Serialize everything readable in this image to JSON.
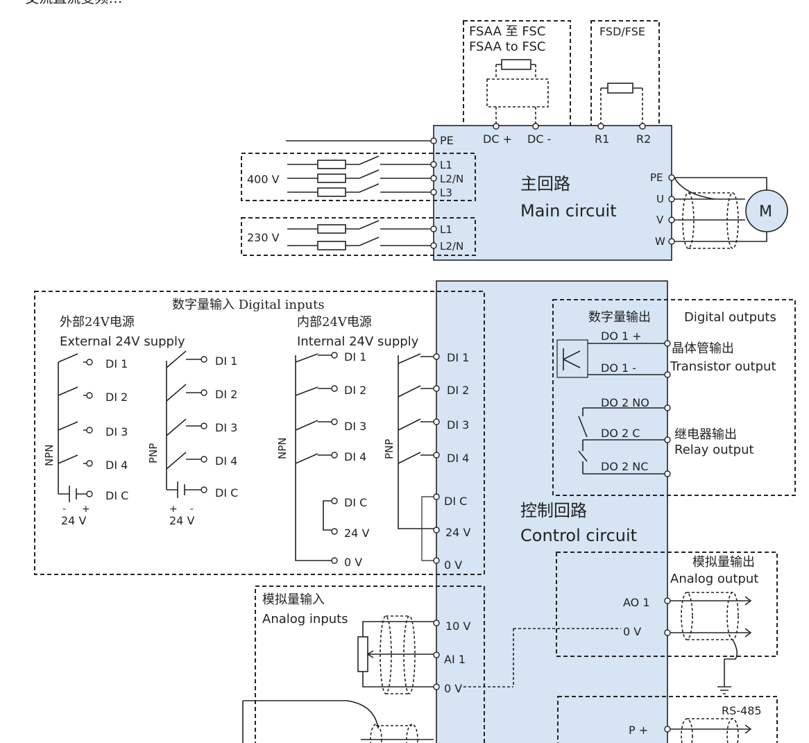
{
  "top_banner": "一 交流直流变频…",
  "braking": {
    "fsaa_fsc_cn": "FSAA 至 FSC",
    "fsaa_fsc_en": "FSAA to FSC",
    "fsd_fse": "FSD/FSE"
  },
  "main_block": {
    "title_cn": "主回路",
    "title_en": "Main circuit",
    "terminals_top": [
      "DC +",
      "DC -",
      "R1",
      "R2"
    ],
    "pe_left": "PE",
    "input_400": [
      "L1",
      "L2/N",
      "L3"
    ],
    "input_230": [
      "L1",
      "L2/N"
    ],
    "output_terminals": [
      "PE",
      "U",
      "V",
      "W"
    ],
    "motor": "M"
  },
  "supplies": {
    "v400": "400 V",
    "v230": "230 V"
  },
  "digital_inputs": {
    "title": "数字量输入 Digital inputs",
    "external_cn": "外部24V电源",
    "external_en": "External 24V supply",
    "internal_cn": "内部24V电源",
    "internal_en": "Internal 24V supply",
    "npn": "NPN",
    "pnp": "PNP",
    "di_labels": [
      "DI 1",
      "DI 2",
      "DI 3",
      "DI 4",
      "DI C"
    ],
    "supply_24": "24 V",
    "zero_v": "0 V",
    "minus": "-",
    "plus": "+"
  },
  "control_block": {
    "title_cn": "控制回路",
    "title_en": "Control circuit",
    "left_terminals": [
      "DI 1",
      "DI 2",
      "DI 3",
      "DI 4",
      "DI C",
      "24 V",
      "0 V",
      "10 V",
      "AI 1",
      "0 V"
    ]
  },
  "digital_outputs": {
    "title_cn": "数字量输出",
    "title_en": "Digital outputs",
    "do_labels": [
      "DO 1 +",
      "DO 1 -",
      "DO 2 NO",
      "DO 2 C",
      "DO 2 NC"
    ],
    "transistor_cn": "晶体管输出",
    "transistor_en": "Transistor output",
    "relay_cn": "继电器输出",
    "relay_en": "Relay output"
  },
  "analog_output": {
    "title_cn": "模拟量输出",
    "title_en": "Analog output",
    "ao1": "AO 1",
    "zero_v": "0 V"
  },
  "analog_inputs": {
    "title_cn": "模拟量输入",
    "title_en": "Analog inputs"
  },
  "rs485": {
    "title": "RS-485",
    "p_plus": "P +"
  }
}
